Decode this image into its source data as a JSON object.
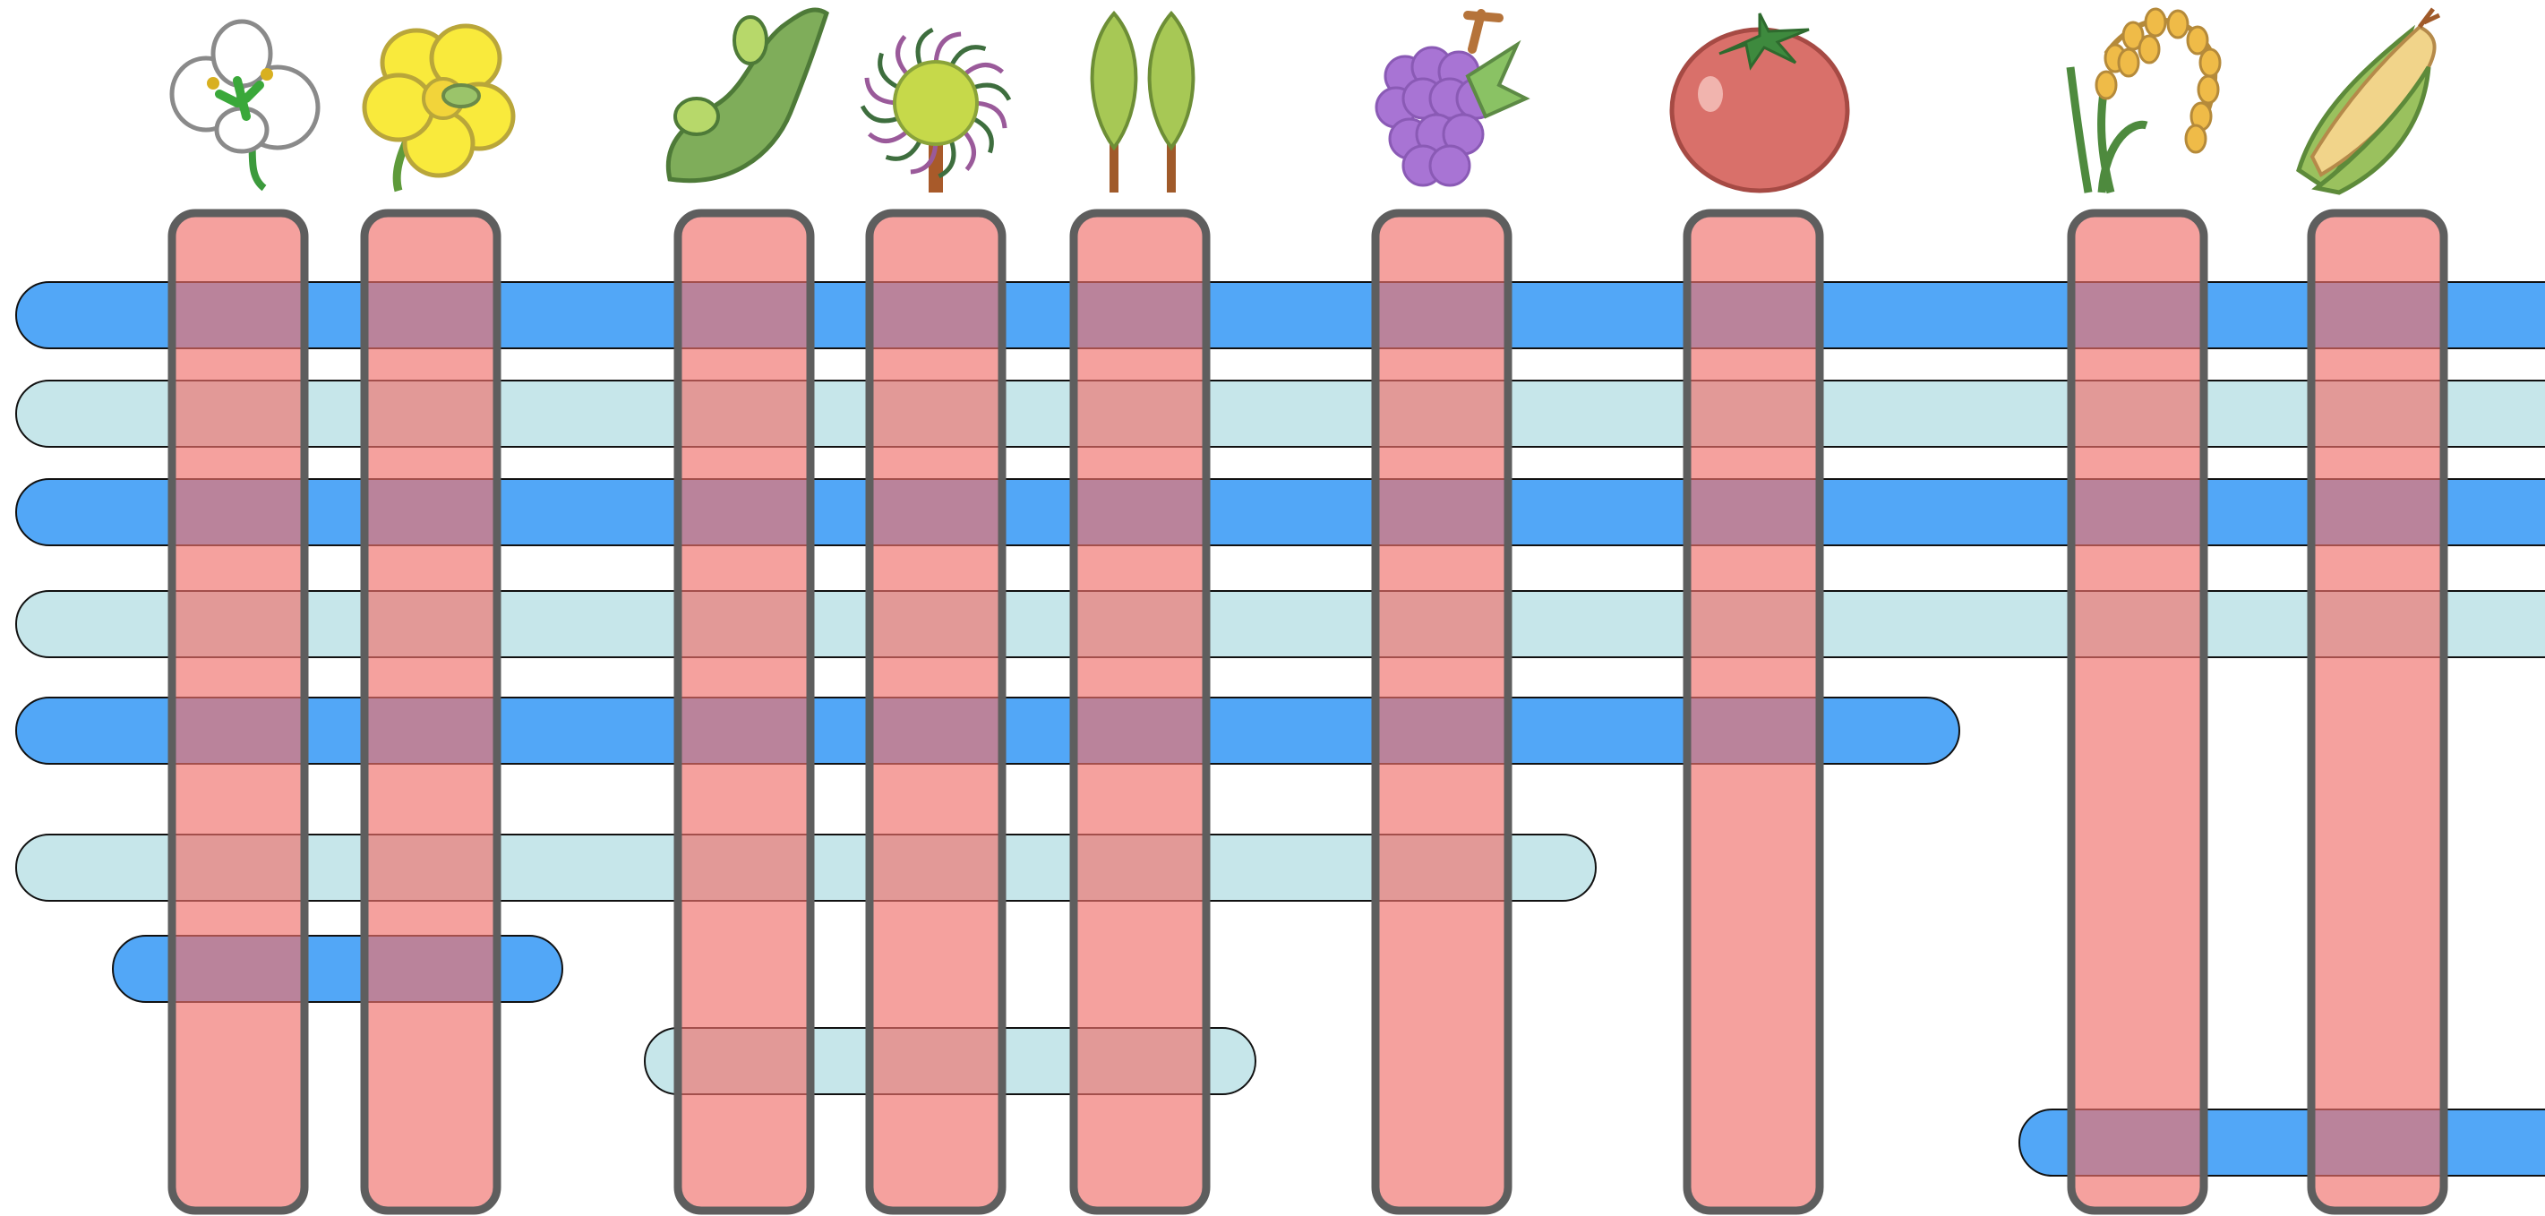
{
  "species": [
    {
      "icon": "arabidopsis-flower-icon"
    },
    {
      "icon": "rapeseed-flower-icon"
    },
    {
      "icon": "soybean-pod-icon"
    },
    {
      "icon": "medicago-seedhead-icon"
    },
    {
      "icon": "poplar-tree-icon"
    },
    {
      "icon": "grape-cluster-icon"
    },
    {
      "icon": "tomato-icon"
    },
    {
      "icon": "rice-plant-icon"
    },
    {
      "icon": "maize-cob-icon"
    }
  ],
  "row_sets": [
    {
      "type": "blue",
      "covers_from": 0,
      "covers_to": 8
    },
    {
      "type": "light",
      "covers_from": 0,
      "covers_to": 8
    },
    {
      "type": "blue",
      "covers_from": 0,
      "covers_to": 8
    },
    {
      "type": "light",
      "covers_from": 0,
      "covers_to": 8
    },
    {
      "type": "blue",
      "covers_from": 0,
      "covers_to": 6
    },
    {
      "type": "light",
      "covers_from": 0,
      "covers_to": 5
    },
    {
      "type": "blue",
      "covers_from": 0,
      "covers_to": 1
    },
    {
      "type": "light",
      "covers_from": 2,
      "covers_to": 4
    },
    {
      "type": "blue",
      "covers_from": 7,
      "covers_to": 8
    }
  ],
  "colors": {
    "blue_bar": "#52a7f7",
    "light_bar": "#c6e6ea",
    "species_column": "#f0706c",
    "column_stroke": "#5e5e5e",
    "bar_stroke": "#111111"
  }
}
